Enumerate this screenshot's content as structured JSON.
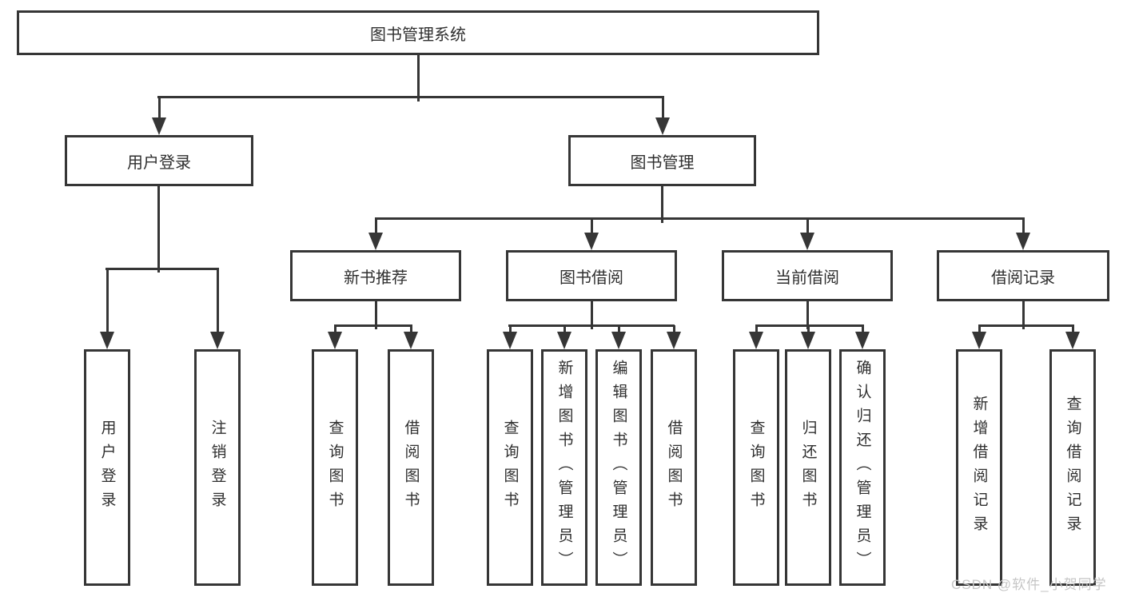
{
  "diagram": {
    "title": "图书管理系统",
    "colors": {
      "line": "#363636",
      "box_border": "#363636",
      "text": "#2f2f2f",
      "background": "#ffffff",
      "watermark": "#c6c6c6"
    },
    "root": {
      "label": "图书管理系统"
    },
    "level2": [
      {
        "label": "用户登录"
      },
      {
        "label": "图书管理"
      }
    ],
    "level3": [
      {
        "label": "新书推荐"
      },
      {
        "label": "图书借阅"
      },
      {
        "label": "当前借阅"
      },
      {
        "label": "借阅记录"
      }
    ],
    "leaves": [
      {
        "label": "用户登录"
      },
      {
        "label": "注销登录"
      },
      {
        "label": "查询图书"
      },
      {
        "label": "借阅图书"
      },
      {
        "label": "查询图书"
      },
      {
        "label": "新增图书（管理员）"
      },
      {
        "label": "编辑图书（管理员）"
      },
      {
        "label": "借阅图书"
      },
      {
        "label": "查询图书"
      },
      {
        "label": "归还图书"
      },
      {
        "label": "确认归还（管理员）"
      },
      {
        "label": "新增借阅记录"
      },
      {
        "label": "查询借阅记录"
      }
    ],
    "watermark": "CSDN @软件_小贺同学"
  }
}
